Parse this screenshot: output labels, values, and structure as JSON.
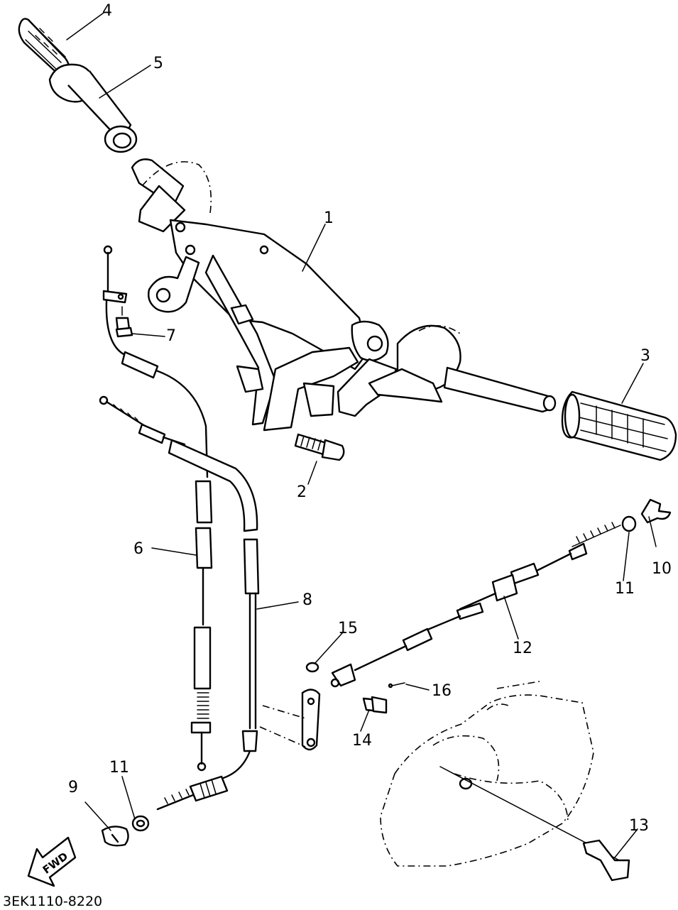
{
  "diagram": {
    "drawing_code": "3EK1110-8220",
    "fwd_marker": "FWD",
    "callouts": [
      {
        "id": "1",
        "text": "1"
      },
      {
        "id": "2",
        "text": "2"
      },
      {
        "id": "3",
        "text": "3"
      },
      {
        "id": "4",
        "text": "4"
      },
      {
        "id": "5",
        "text": "5"
      },
      {
        "id": "6",
        "text": "6"
      },
      {
        "id": "7",
        "text": "7"
      },
      {
        "id": "8",
        "text": "8"
      },
      {
        "id": "9",
        "text": "9"
      },
      {
        "id": "10",
        "text": "10"
      },
      {
        "id": "11a",
        "text": "11"
      },
      {
        "id": "11b",
        "text": "11"
      },
      {
        "id": "12",
        "text": "12"
      },
      {
        "id": "13",
        "text": "13"
      },
      {
        "id": "14",
        "text": "14"
      },
      {
        "id": "15",
        "text": "15"
      },
      {
        "id": "16",
        "text": "16"
      }
    ]
  }
}
